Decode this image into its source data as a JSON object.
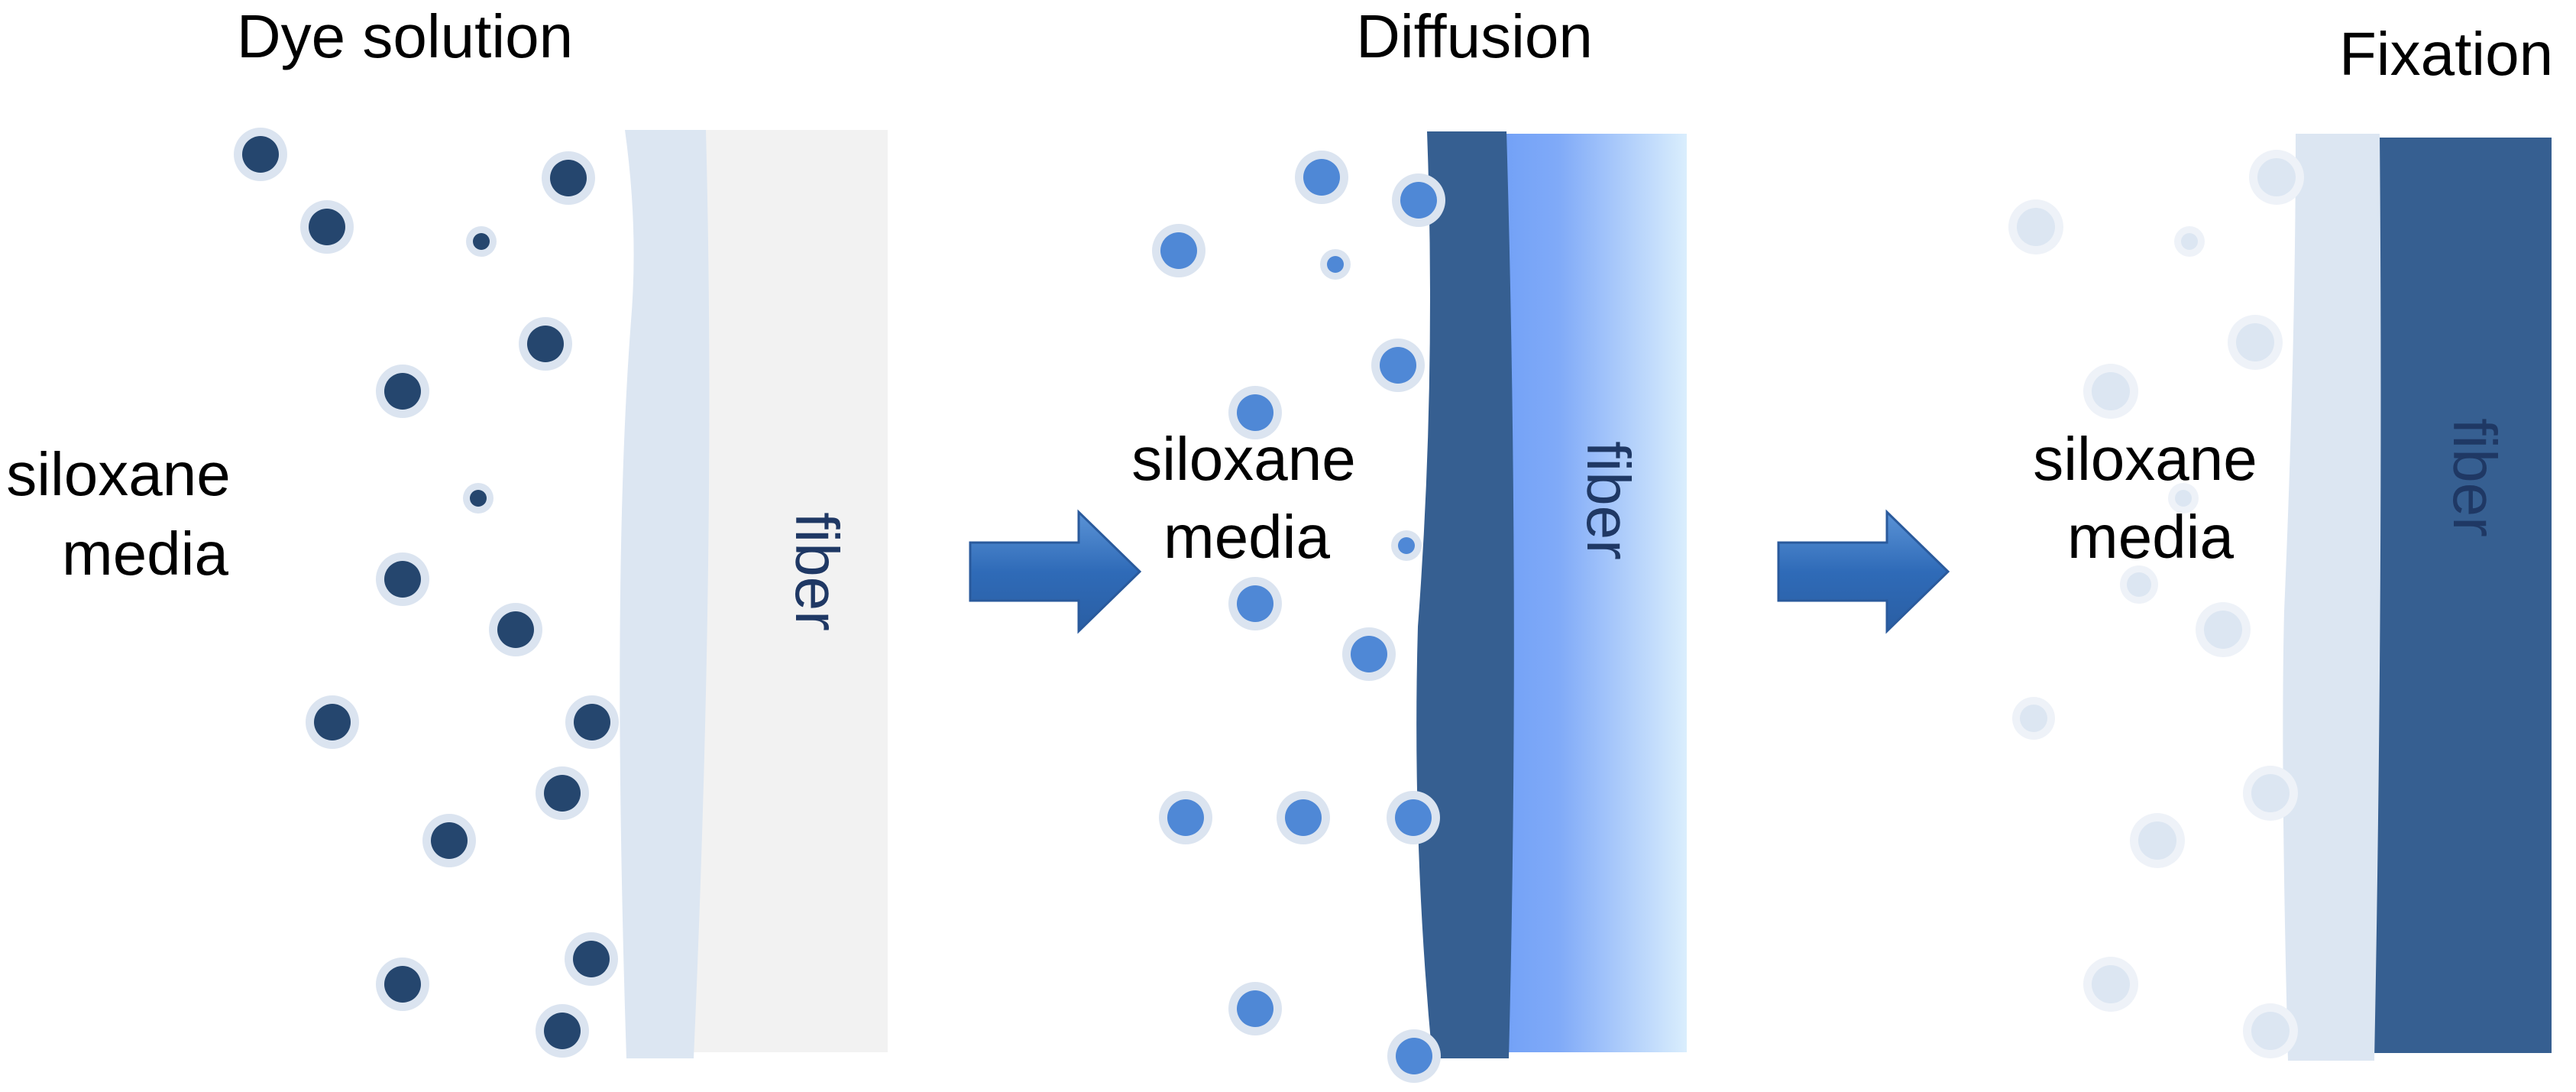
{
  "panels": [
    {
      "title": "Dye solution",
      "medium_label_line1": "siloxane",
      "medium_label_line2": "media",
      "fiber_label": "fiber"
    },
    {
      "title": "Diffusion",
      "medium_label_line1": "siloxane",
      "medium_label_line2": "media",
      "fiber_label": "fiber"
    },
    {
      "title": "Fixation",
      "medium_label_line1": "siloxane",
      "medium_label_line2": "media",
      "fiber_label": "fiber"
    }
  ],
  "colors": {
    "dark_dye": "#25466e",
    "medium_dye": "#4f88d6",
    "faint_dye": "#dce6f2",
    "dye_halo": "#dbe4f0",
    "fiber_shell": "#dce6f2",
    "fiber_core_undyed": "#f2f2f2",
    "fiber_dyed": "#365f91",
    "arrow": "#3a70b8"
  },
  "icons": [
    "right-arrow-icon",
    "right-arrow-icon"
  ]
}
